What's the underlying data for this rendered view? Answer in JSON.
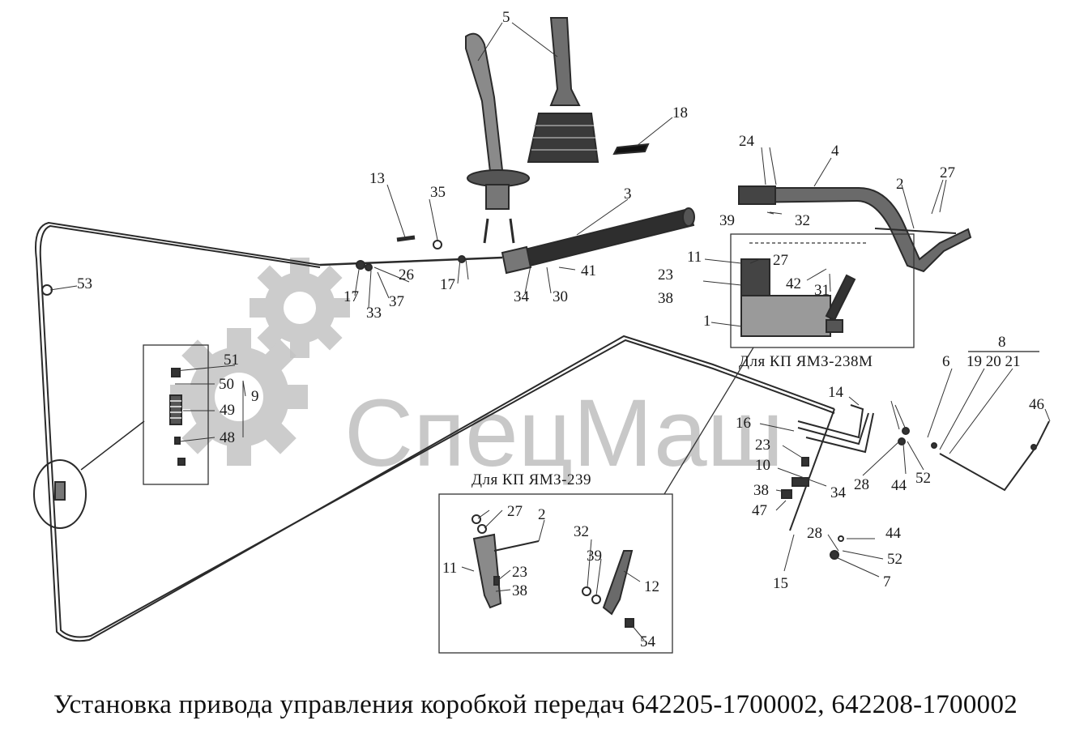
{
  "watermark": {
    "text": "СпецМаш"
  },
  "caption": "Установка привода управления коробкой передач 642205-1700002, 642208-1700002",
  "insets": {
    "ymz238m": "Для КП ЯМЗ-238М",
    "ymz239": "Для КП ЯМЗ-239"
  },
  "fraction": {
    "numerator": "8",
    "denominator": "19 20 21"
  },
  "labels": [
    {
      "id": "l5",
      "text": "5"
    },
    {
      "id": "l18",
      "text": "18"
    },
    {
      "id": "l3",
      "text": "3"
    },
    {
      "id": "l13",
      "text": "13"
    },
    {
      "id": "l35",
      "text": "35"
    },
    {
      "id": "l24",
      "text": "24"
    },
    {
      "id": "l4",
      "text": "4"
    },
    {
      "id": "l27a",
      "text": "27"
    },
    {
      "id": "l2a",
      "text": "2"
    },
    {
      "id": "l39a",
      "text": "39"
    },
    {
      "id": "l32a",
      "text": "32"
    },
    {
      "id": "l53",
      "text": "53"
    },
    {
      "id": "l26",
      "text": "26"
    },
    {
      "id": "l17a",
      "text": "17"
    },
    {
      "id": "l33",
      "text": "33"
    },
    {
      "id": "l37",
      "text": "37"
    },
    {
      "id": "l17b",
      "text": "17"
    },
    {
      "id": "l34a",
      "text": "34"
    },
    {
      "id": "l30",
      "text": "30"
    },
    {
      "id": "l41",
      "text": "41"
    },
    {
      "id": "l11a",
      "text": "11"
    },
    {
      "id": "l27b",
      "text": "27"
    },
    {
      "id": "l23a",
      "text": "23"
    },
    {
      "id": "l38a",
      "text": "38"
    },
    {
      "id": "l42",
      "text": "42"
    },
    {
      "id": "l31",
      "text": "31"
    },
    {
      "id": "l1",
      "text": "1"
    },
    {
      "id": "l51",
      "text": "51"
    },
    {
      "id": "l50",
      "text": "50"
    },
    {
      "id": "l9",
      "text": "9"
    },
    {
      "id": "l49",
      "text": "49"
    },
    {
      "id": "l48",
      "text": "48"
    },
    {
      "id": "l6",
      "text": "6"
    },
    {
      "id": "l46",
      "text": "46"
    },
    {
      "id": "l14",
      "text": "14"
    },
    {
      "id": "l16",
      "text": "16"
    },
    {
      "id": "l23b",
      "text": "23"
    },
    {
      "id": "l10",
      "text": "10"
    },
    {
      "id": "l34b",
      "text": "34"
    },
    {
      "id": "l38b",
      "text": "38"
    },
    {
      "id": "l47",
      "text": "47"
    },
    {
      "id": "l28a",
      "text": "28"
    },
    {
      "id": "l44a",
      "text": "44"
    },
    {
      "id": "l52a",
      "text": "52"
    },
    {
      "id": "l28b",
      "text": "28"
    },
    {
      "id": "l44b",
      "text": "44"
    },
    {
      "id": "l52b",
      "text": "52"
    },
    {
      "id": "l7",
      "text": "7"
    },
    {
      "id": "l15",
      "text": "15"
    },
    {
      "id": "l27c",
      "text": "27"
    },
    {
      "id": "l2b",
      "text": "2"
    },
    {
      "id": "l32b",
      "text": "32"
    },
    {
      "id": "l39b",
      "text": "39"
    },
    {
      "id": "l11b",
      "text": "11"
    },
    {
      "id": "l23c",
      "text": "23"
    },
    {
      "id": "l38c",
      "text": "38"
    },
    {
      "id": "l12",
      "text": "12"
    },
    {
      "id": "l54",
      "text": "54"
    }
  ],
  "colors": {
    "ink": "#1a1a1a",
    "part": "#3a3a3a",
    "watermark": "#bdbdbd"
  }
}
